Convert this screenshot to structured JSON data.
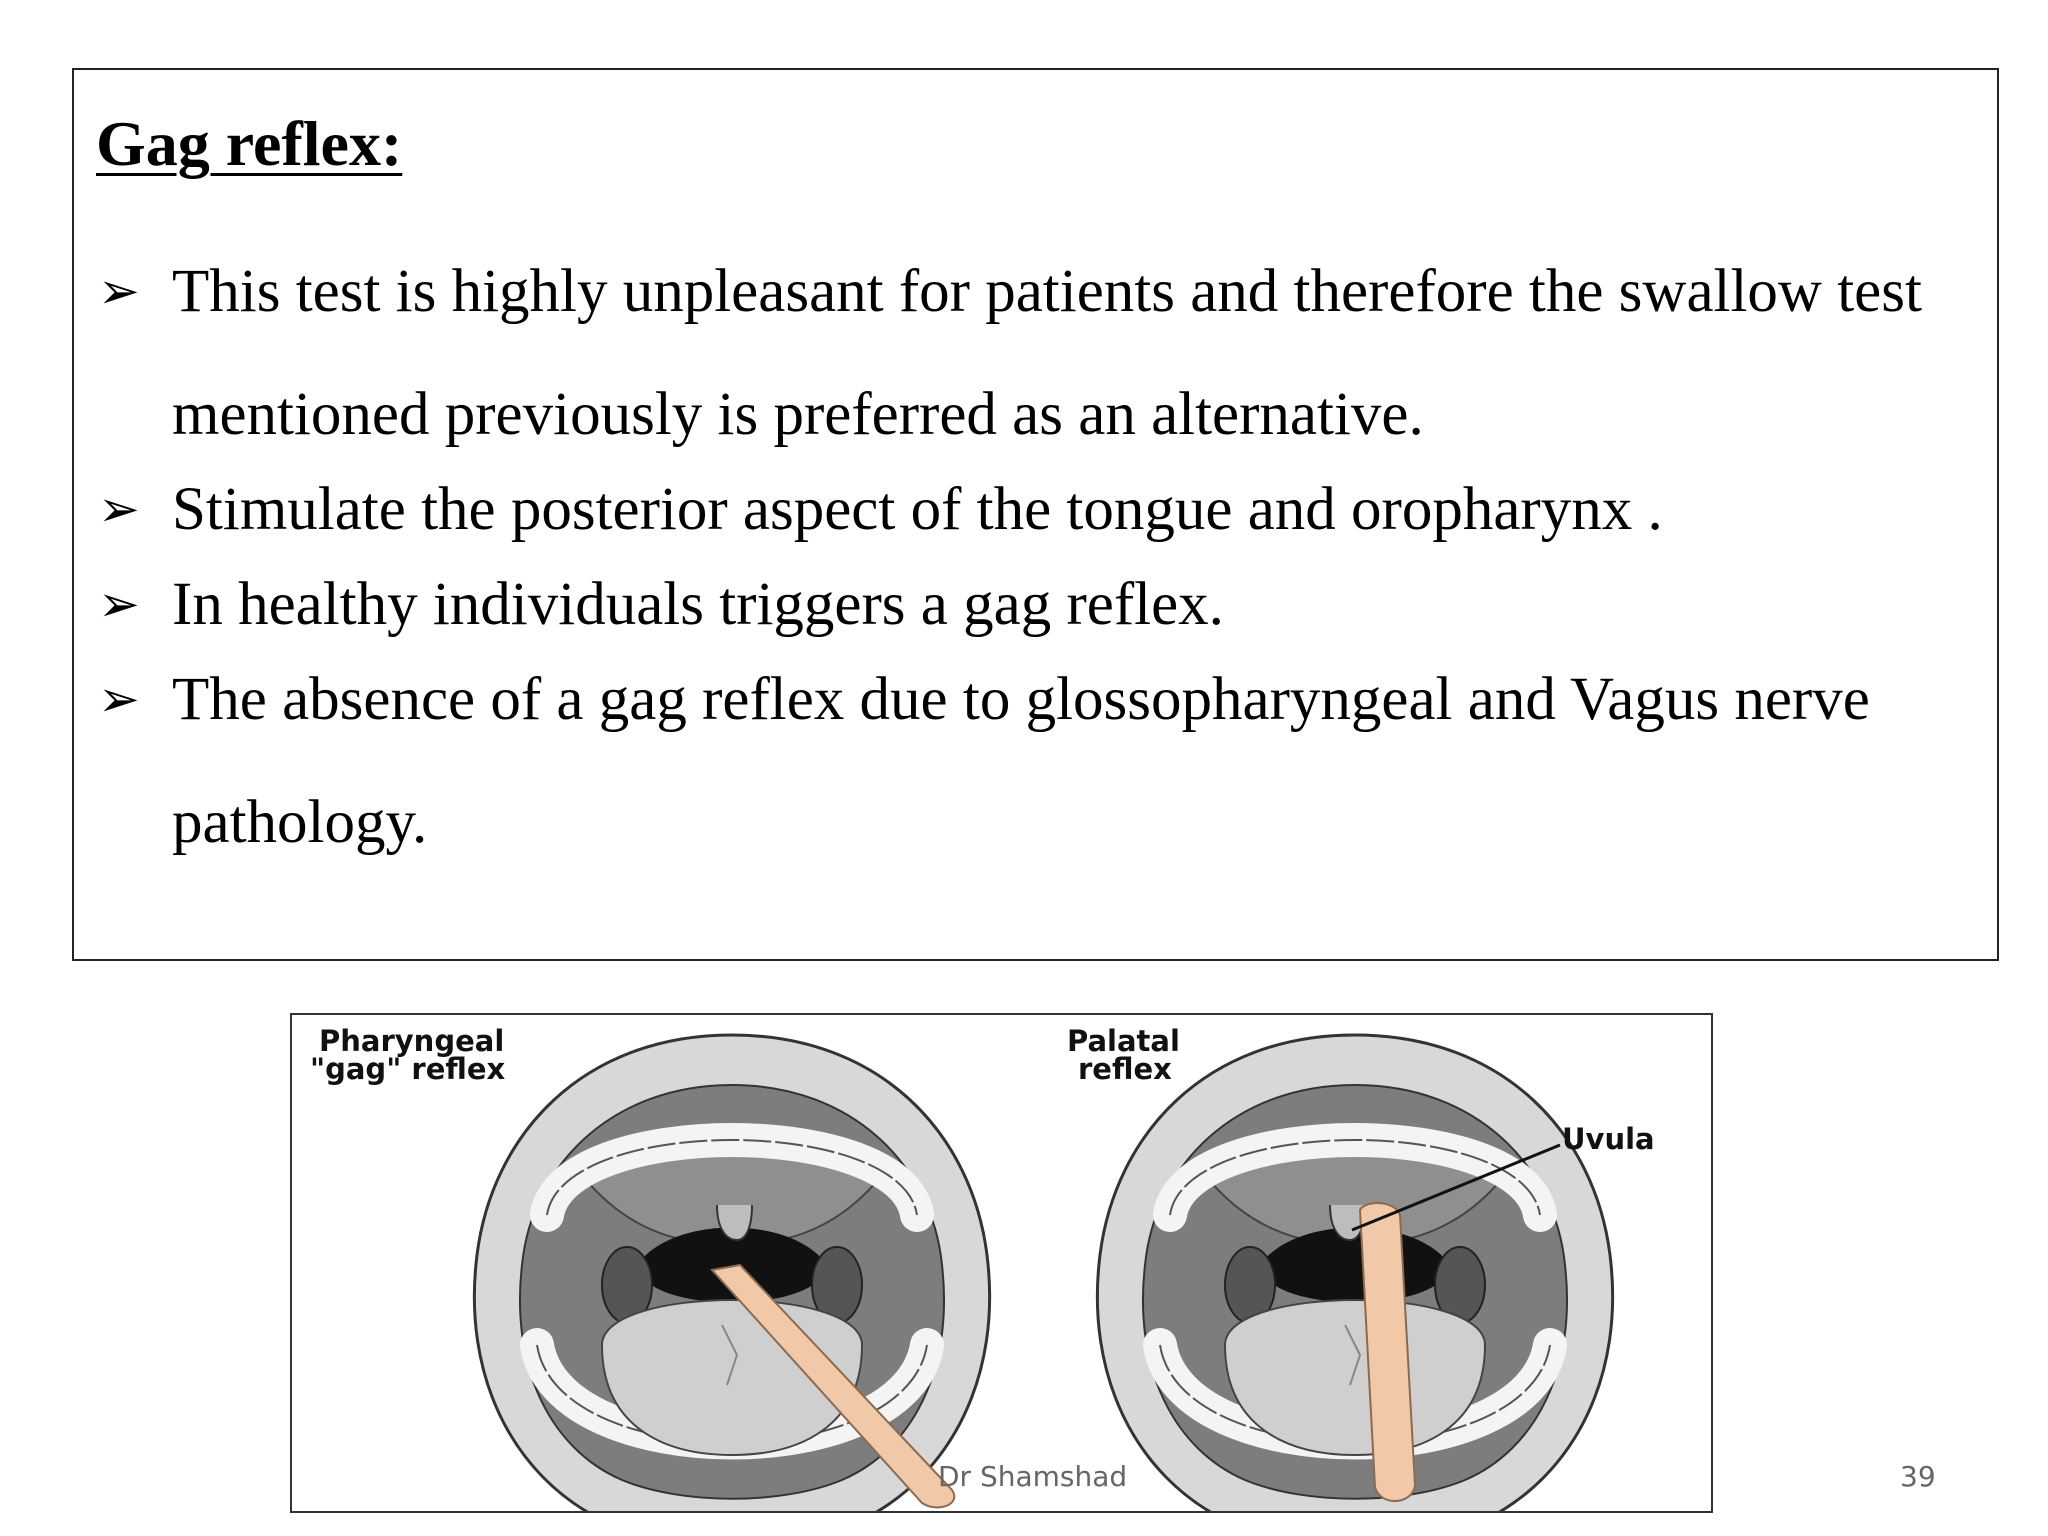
{
  "slide": {
    "heading": "Gag reflex:",
    "bullet_glyph": "➢",
    "bullets": [
      "This test is highly unpleasant for patients and therefore the swallow test mentioned previously is preferred as an alternative.",
      "Stimulate the posterior aspect of the tongue and oropharynx .",
      "In healthy individuals triggers a gag reflex.",
      "The absence of a gag reflex due to glossopharyngeal and Vagus nerve pathology."
    ]
  },
  "figure": {
    "left_label_line1": "Pharyngeal",
    "left_label_line2": "\"gag\" reflex",
    "right_label_line1": "Palatal",
    "right_label_line2": "reflex",
    "uvula_label": "Uvula"
  },
  "footer": {
    "author": "Dr Shamshad",
    "page_number": "39"
  }
}
